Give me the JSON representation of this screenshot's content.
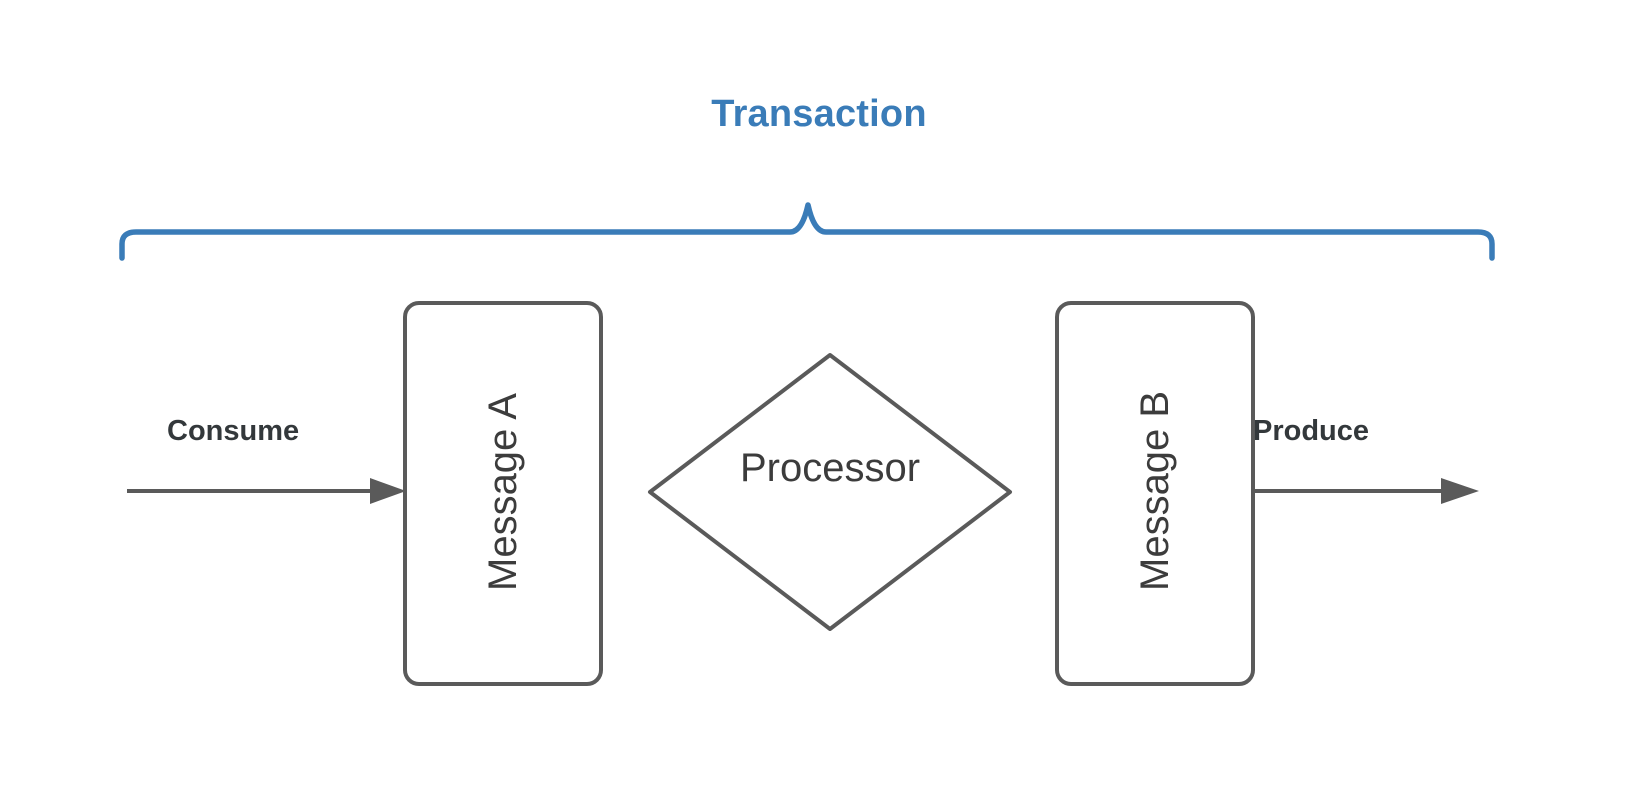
{
  "diagram": {
    "title": "Transaction",
    "title_color": "#3a7cb8",
    "shape_stroke_color": "#5a5a5a",
    "text_color": "#3c3c3c",
    "background_color": "#ffffff",
    "brace": {
      "label": "Transaction",
      "color": "#3a7cb8",
      "spans_from": "Message A",
      "spans_to": "Message B"
    },
    "nodes": [
      {
        "id": "message-a",
        "label": "Message A",
        "shape": "rounded-rectangle",
        "text_orientation": "vertical-bottom-to-top"
      },
      {
        "id": "processor",
        "label": "Processor",
        "shape": "diamond",
        "text_orientation": "horizontal"
      },
      {
        "id": "message-b",
        "label": "Message B",
        "shape": "rounded-rectangle",
        "text_orientation": "vertical-bottom-to-top"
      }
    ],
    "edges": [
      {
        "id": "consume-arrow",
        "label": "Consume",
        "from": "external-input",
        "to": "message-a",
        "direction": "right",
        "arrowhead": "filled-triangle"
      },
      {
        "id": "produce-arrow",
        "label": "Produce",
        "from": "message-b",
        "to": "external-output",
        "direction": "right",
        "arrowhead": "filled-triangle"
      }
    ]
  }
}
